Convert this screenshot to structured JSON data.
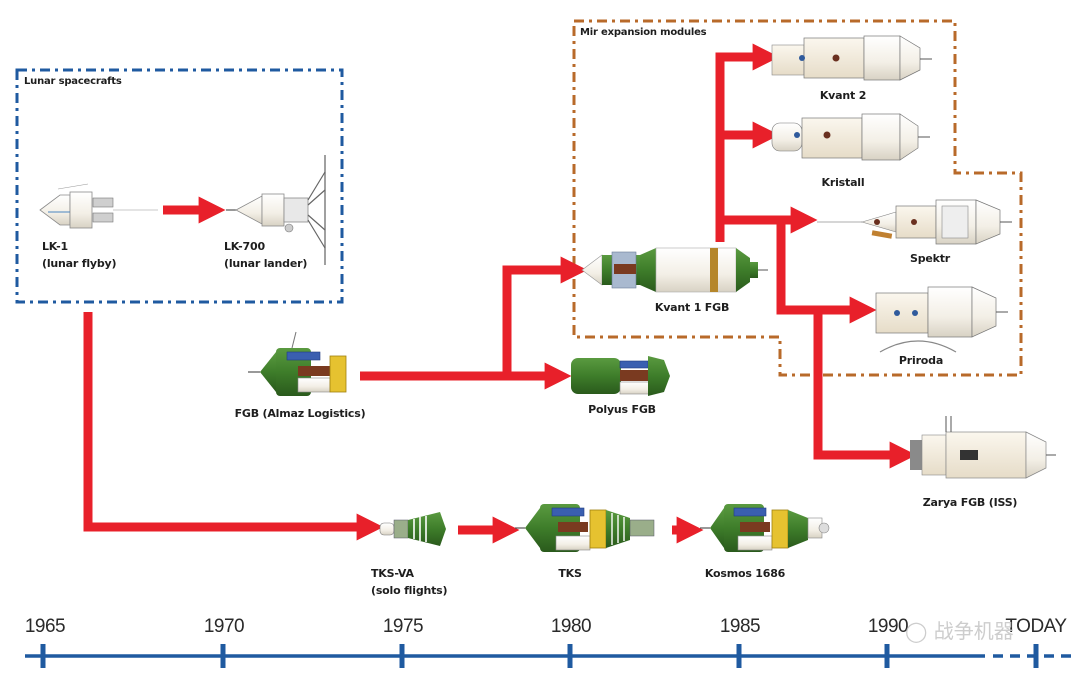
{
  "colors": {
    "arrow": "#e8202a",
    "lunar_box": "#1f5aa0",
    "mir_box": "#b86a2a",
    "timeline": "#1f5aa0",
    "hull_green": "#3e7d2a",
    "hull_white": "#f4f1ea",
    "panel_yellow": "#e6c230",
    "solar_blue": "#3a5fb0"
  },
  "groups": {
    "lunar": {
      "title": "Lunar spacecrafts"
    },
    "mir": {
      "title": "Mir expansion modules"
    }
  },
  "spacecraft": {
    "lk1": {
      "name": "LK-1",
      "note": "(lunar flyby)"
    },
    "lk700": {
      "name": "LK-700",
      "note": "(lunar lander)"
    },
    "fgb_almaz": {
      "name": "FGB (Almaz Logistics)"
    },
    "polyus": {
      "name": "Polyus FGB"
    },
    "kvant1": {
      "name": "Kvant 1 FGB"
    },
    "kvant2": {
      "name": "Kvant 2"
    },
    "kristall": {
      "name": "Kristall"
    },
    "spektr": {
      "name": "Spektr"
    },
    "priroda": {
      "name": "Priroda"
    },
    "zarya": {
      "name": "Zarya FGB (ISS)"
    },
    "tksva": {
      "name": "TKS-VA",
      "note": "(solo flights)"
    },
    "tks": {
      "name": "TKS"
    },
    "kosmos": {
      "name": "Kosmos 1686"
    }
  },
  "lineage": [
    {
      "from": "LK-1",
      "to": "LK-700"
    },
    {
      "from": "Lunar spacecrafts",
      "to": "TKS-VA"
    },
    {
      "from": "TKS-VA",
      "to": "TKS"
    },
    {
      "from": "TKS",
      "to": "Kosmos 1686"
    },
    {
      "from": "FGB (Almaz Logistics)",
      "to": "Polyus FGB"
    },
    {
      "from": "FGB (Almaz Logistics)",
      "to": "Kvant 1 FGB"
    },
    {
      "from": "Kvant 1 FGB",
      "to": "Kvant 2"
    },
    {
      "from": "Kvant 1 FGB",
      "to": "Kristall"
    },
    {
      "from": "Kvant 1 FGB",
      "to": "Spektr"
    },
    {
      "from": "Kvant 1 FGB",
      "to": "Priroda"
    },
    {
      "from": "Kvant 1 FGB",
      "to": "Zarya FGB (ISS)"
    }
  ],
  "timeline": {
    "ticks": [
      "1965",
      "1970",
      "1975",
      "1980",
      "1985",
      "1990"
    ],
    "end_label": "TODAY"
  },
  "watermark": "战争机器"
}
